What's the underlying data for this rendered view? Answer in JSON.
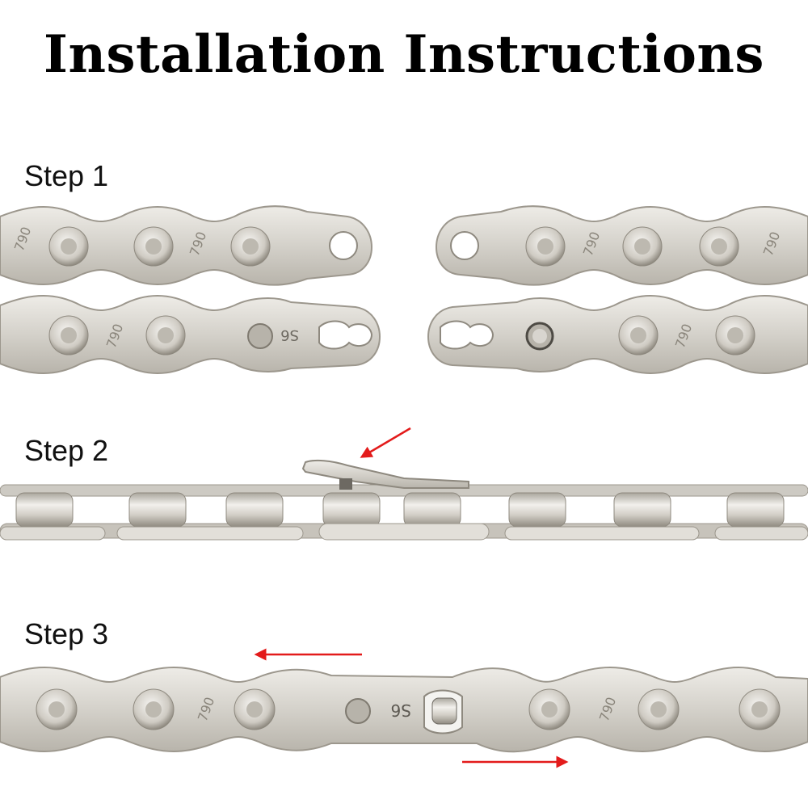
{
  "title": "Installation Instructions",
  "steps": [
    {
      "label": "Step 1"
    },
    {
      "label": "Step 2"
    },
    {
      "label": "Step 3"
    }
  ],
  "plate_marks": {
    "link_stamp": "S6",
    "model_stamp": "790"
  },
  "colors": {
    "arrow": "#e31b1b",
    "plate": "#d6d3cc",
    "plate_edge": "#9c978d",
    "roller": "#c9c5bc"
  }
}
